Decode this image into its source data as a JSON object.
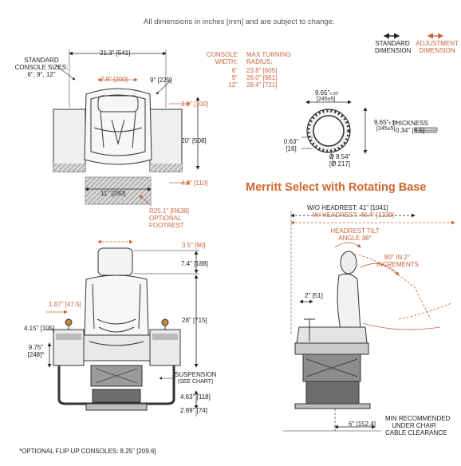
{
  "disclaimer": "All dimensions in inches [mm] and are subject to change.",
  "legend": {
    "standard": [
      "STANDARD",
      "DIMENSION"
    ],
    "adjustment": [
      "ADJUSTMENT",
      "DIMENSION"
    ],
    "colors": {
      "standard": "#111111",
      "adjustment": "#c8643a"
    }
  },
  "top_view": {
    "console_sizes": [
      "STANDARD",
      "CONSOLE SIZES:",
      "6\", 9\", 12\""
    ],
    "width_overall": "21.3\" [541]",
    "width_seat": "7.9\" [200]",
    "right_offset": "9\" [229]",
    "adj_offset": "3.9\" [100]",
    "depth": "20\" [508]",
    "rear_offset": "4.3\" [110]",
    "footrest_width": "11\" [280]",
    "footrest_radius": [
      "R25.1\" [R638]",
      "OPTIONAL",
      "FOOTREST"
    ]
  },
  "turning_table": {
    "header_left": [
      "CONSOLE",
      "WIDTH:"
    ],
    "header_right": [
      "MAX TURNING",
      "RADIUS:"
    ],
    "rows": [
      {
        "width": "6\"",
        "radius": "23.8\" [605]"
      },
      {
        "width": "9\"",
        "radius": "26.0\" [661]"
      },
      {
        "width": "12\"",
        "radius": "28.4\" [721]"
      }
    ]
  },
  "base_plate": {
    "top_dim": "9.65\"",
    "top_dim_tol": "±.20\"",
    "top_mm": "[245±5]",
    "side_dim": "9.65\"",
    "side_dim_tol": "±.20\"",
    "side_mm": "[245±5]",
    "thickness": [
      "THICKNESS",
      "0.34\" [8.5]"
    ],
    "left_dim": [
      "0.63\"",
      "[16]"
    ],
    "hole_dia": [
      "Ø 8.54\"",
      "[Ø 217]"
    ]
  },
  "product_title": "Merritt Select with Rotating Base",
  "front_view": {
    "headrest_adj": "3.5\" [90]",
    "headrest_height": "7.4\" [188]",
    "console_drop": "1.87\" [47.5]",
    "back_height": "28\" [715]",
    "console_height": "4.15\" [105]",
    "console_depth": [
      "9.75\"",
      "[248]*"
    ],
    "suspension": [
      "SUSPENSION",
      "(SEE CHART)"
    ],
    "base_height": "4.63\" [118]",
    "base_adj": "2.89\" [74]"
  },
  "side_view": {
    "width_no_headrest": "W/O HEADREST: 41\" [1041]",
    "width_headrest": "W/ HEADREST: 48.4\" [1229]",
    "headrest_tilt": [
      "HEADREST TILT",
      "ANGLE 38°"
    ],
    "increments": [
      "80° IN 2°",
      "INCREMENTS"
    ],
    "fore_aft": "2\" [51]",
    "clearance_dim": "6\" [152.4]",
    "clearance_label": [
      "MIN RECOMMENDED",
      "UNDER CHAIR",
      "CABLE CLEARANCE"
    ]
  },
  "footnote": "*OPTIONAL FLIP UP CONSOLES: 8.25\" [209.6]"
}
